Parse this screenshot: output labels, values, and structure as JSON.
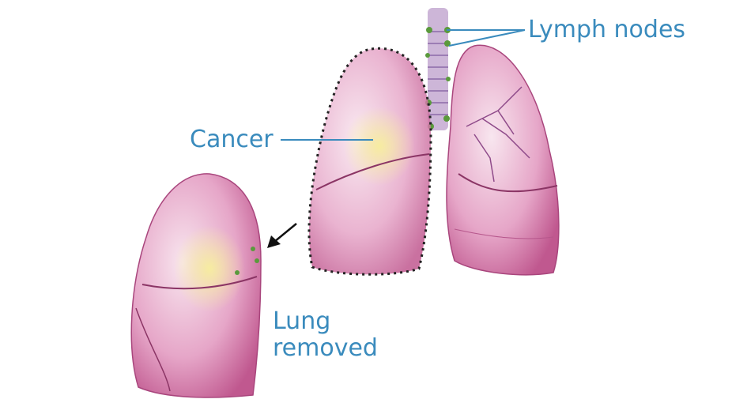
{
  "labels": {
    "lymph_nodes": "Lymph nodes",
    "cancer": "Cancer",
    "lung_removed_line1": "Lung",
    "lung_removed_line2": "removed"
  },
  "colors": {
    "label": "#3a8bbd",
    "lung": "#d77cb0",
    "lung_light": "#f3d5e6",
    "tumor": "#efe08a",
    "node": "#5a9a3c"
  }
}
